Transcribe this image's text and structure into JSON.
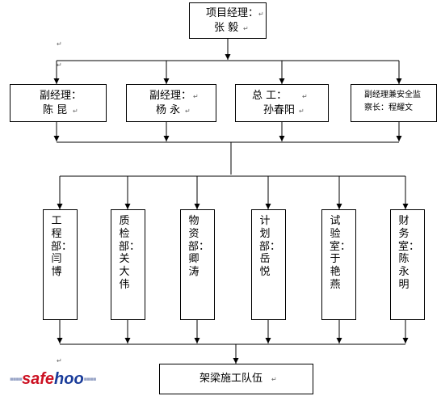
{
  "colors": {
    "line": "#000000",
    "para_mark": "#666666",
    "brand_red": "#cc1122",
    "brand_blue": "#1a3c9a"
  },
  "watermark": {
    "prefix": "safe",
    "suffix": "hoo"
  },
  "top": {
    "line1": "项目经理：",
    "line2": "张  毅"
  },
  "deputies": [
    {
      "line1": "副经理：",
      "line2": "陈  昆"
    },
    {
      "line1": "副经理：",
      "line2": "杨  永"
    },
    {
      "line1": "总    工：",
      "line2": "孙春阳"
    },
    {
      "line1": "副经理兼安全监",
      "line2": "察长：程耀文"
    }
  ],
  "departments": [
    {
      "text": "工程部：闫博"
    },
    {
      "text": "质检部：关大伟"
    },
    {
      "text": "物资部：卿涛"
    },
    {
      "text": "计划部：岳悦"
    },
    {
      "text": "试验室：于艳燕"
    },
    {
      "text": "财务室：陈永明"
    }
  ],
  "team": {
    "label": "架梁施工队伍"
  }
}
